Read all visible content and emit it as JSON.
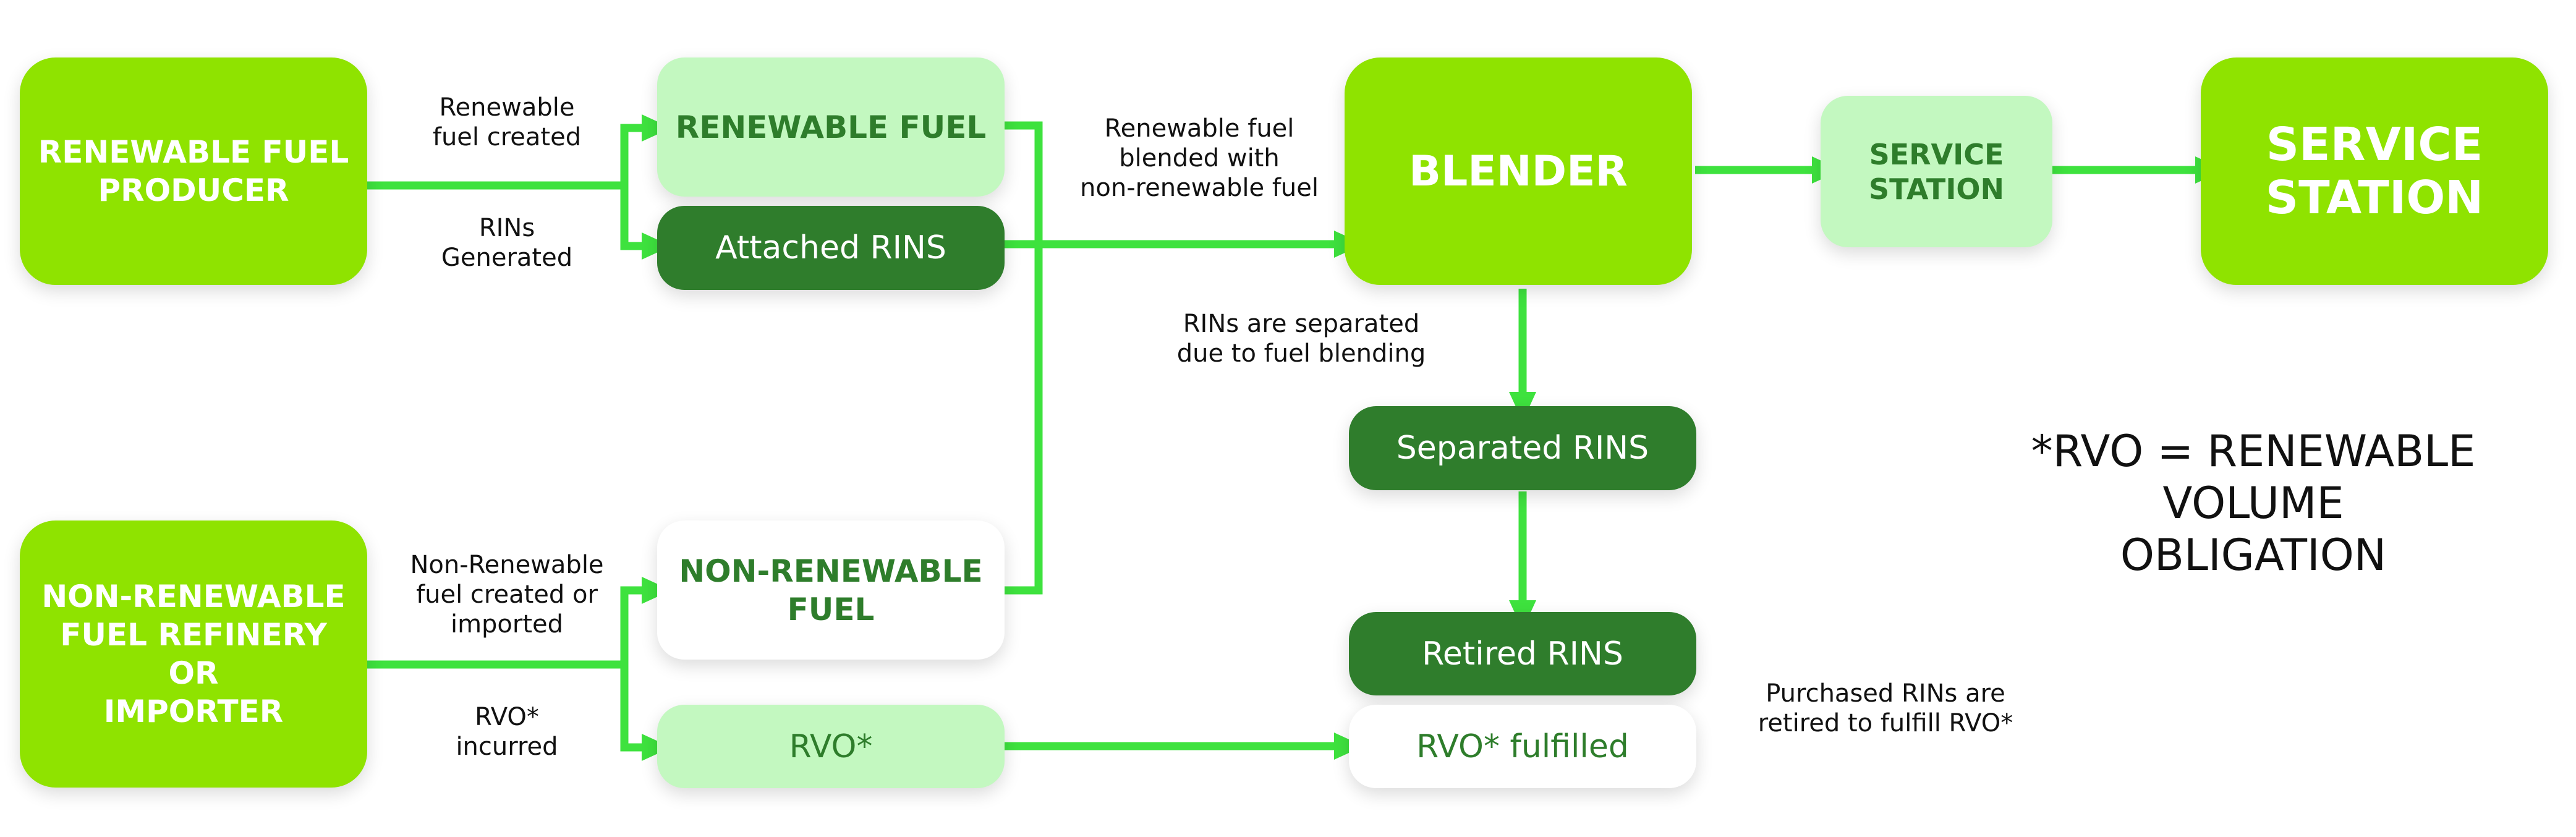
{
  "nodes": {
    "renewable_fuel_producer": "RENEWABLE FUEL\nPRODUCER",
    "non_renewable_refinery": "NON-RENEWABLE\nFUEL REFINERY\nOR\nIMPORTER",
    "renewable_fuel": "RENEWABLE FUEL",
    "attached_rins": "Attached RINS",
    "non_renewable_fuel": "NON-RENEWABLE\nFUEL",
    "rvo": "RVO*",
    "blender": "BLENDER",
    "service_station_small": "SERVICE\nSTATION",
    "service_station_big": "SERVICE\nSTATION",
    "separated_rins": "Separated RINS",
    "retired_rins": "Retired RINS",
    "rvo_fulfilled": "RVO* fulfilled"
  },
  "labels": {
    "renewable_fuel_created": "Renewable\nfuel created",
    "rins_generated": "RINs\nGenerated",
    "non_renewable_created": "Non-Renewable\nfuel created or\nimported",
    "rvo_incurred": "RVO*\nincurred",
    "renewable_blended": "Renewable fuel\nblended with\nnon-renewable fuel",
    "rins_separated": "RINs are separated\ndue to fuel blending",
    "purchased_rins": "Purchased RINs are\nretired to fulfill RVO*"
  },
  "footnote": "*RVO = RENEWABLE VOLUME\nOBLIGATION",
  "colors": {
    "primary_green": "#8fe300",
    "light_green": "#c3f8c0",
    "dark_green": "#2f7d2c",
    "arrow_green": "#3ee23e"
  }
}
